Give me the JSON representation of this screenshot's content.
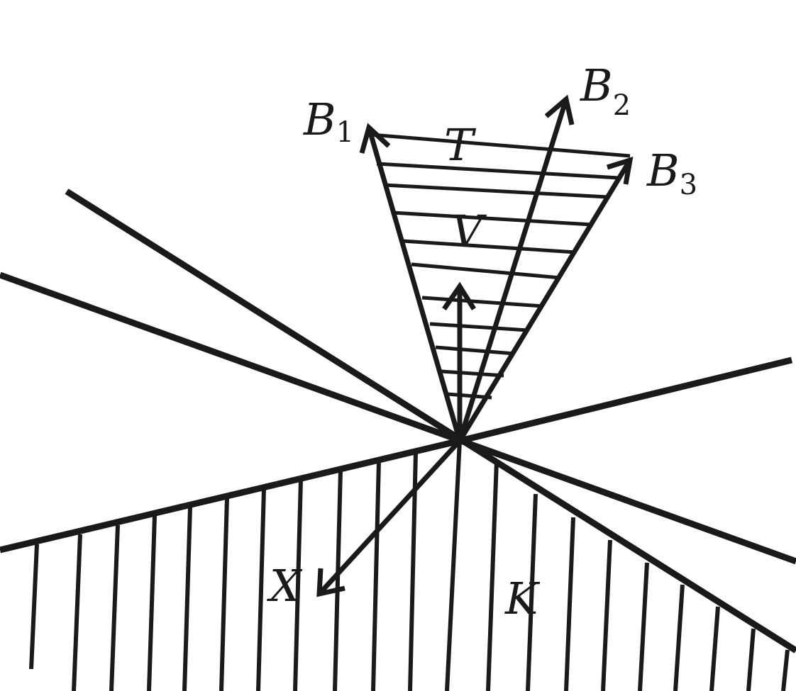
{
  "diagram": {
    "labels": {
      "b1": {
        "main": "B",
        "sub": "1"
      },
      "b2": {
        "main": "B",
        "sub": "2"
      },
      "b3": {
        "main": "B",
        "sub": "3"
      },
      "t": "T",
      "v": "V",
      "x": "X",
      "k": "K"
    },
    "colors": {
      "ink": "#1a1a1a",
      "background": "#ffffff"
    }
  }
}
